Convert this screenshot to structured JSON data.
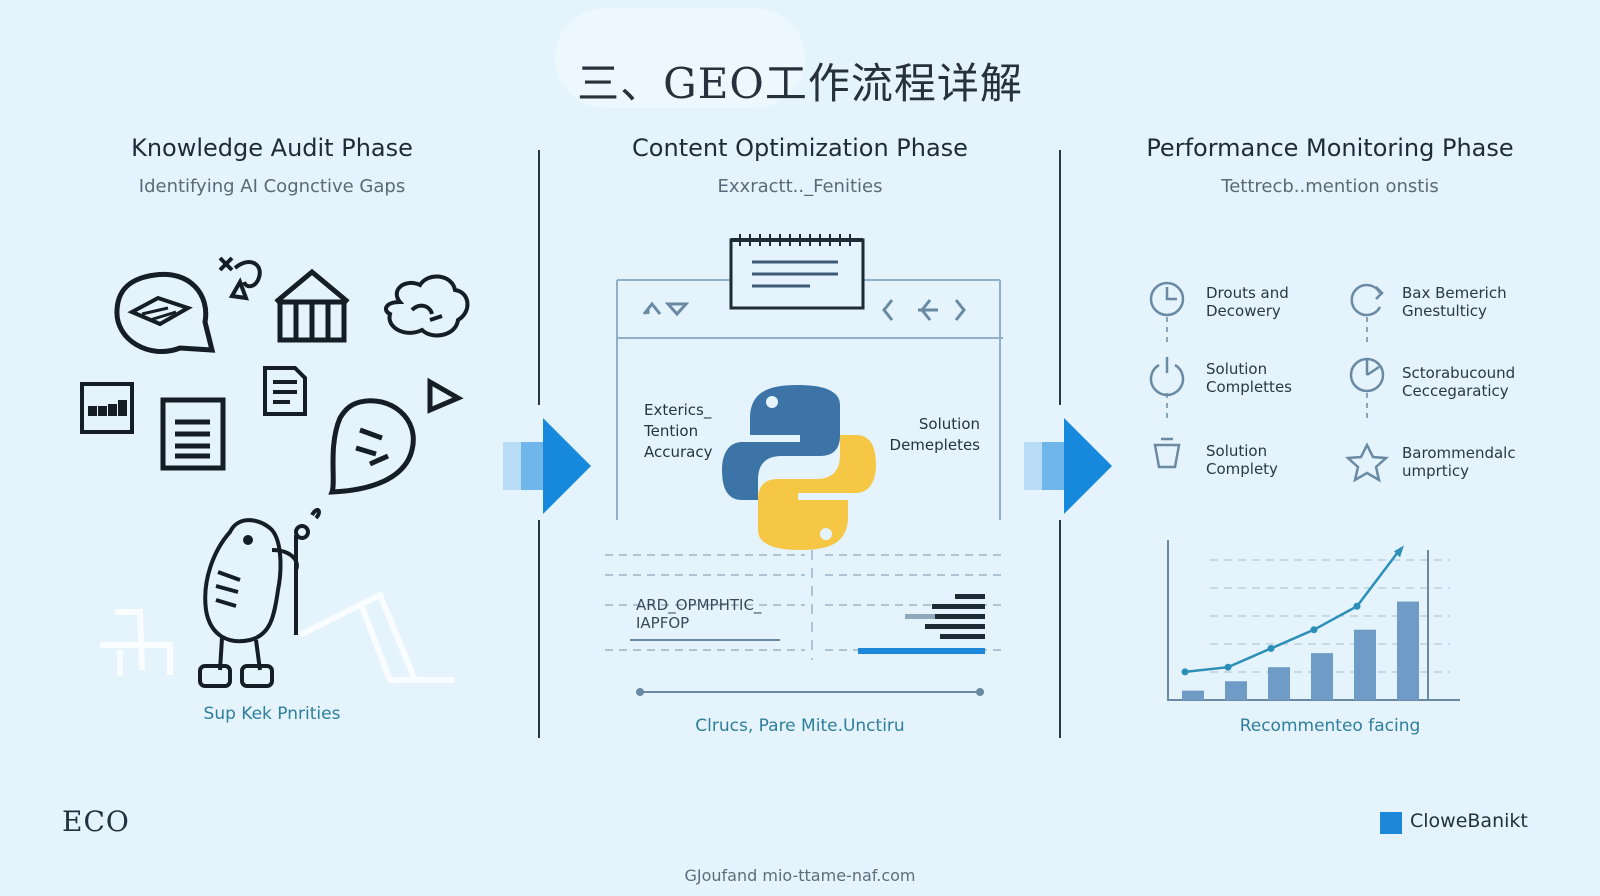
{
  "title": "三、GEO工作流程详解",
  "phases": [
    {
      "title": "Knowledge Audit Phase",
      "subtitle": "Identifying AI Cognctive Gaps",
      "caption": "Sup Kek Pnrities"
    },
    {
      "title": "Content Optimization Phase",
      "subtitle": "Exxractt.._Fenities",
      "caption": "Clrucs, Pare Mite.Unctiru"
    },
    {
      "title": "Performance Monitoring Phase",
      "subtitle": "Tettrecb..mention onstis",
      "caption": "Recommenteo facing"
    }
  ],
  "middle": {
    "left_label": [
      "Exterics_",
      "Tention",
      "Accuracy"
    ],
    "right_label": [
      "Solution",
      "Demepletes"
    ],
    "code_text": [
      "ARD_OPMPHTIC_",
      "IAPFOP"
    ]
  },
  "monitor": {
    "left_items": [
      {
        "icon": "timer-icon",
        "text": [
          "Drouts and",
          "Decowery"
        ]
      },
      {
        "icon": "power-icon",
        "text": [
          "Solution",
          "Complettes"
        ]
      },
      {
        "icon": "bucket-icon",
        "text": [
          "Solution",
          "Complety"
        ]
      }
    ],
    "right_items": [
      {
        "icon": "refresh-icon",
        "text": [
          "Bax Bemerich",
          "Gnestulticy"
        ]
      },
      {
        "icon": "pie-clock-icon",
        "text": [
          "Sctorabucound",
          "Ceccegaraticy"
        ]
      },
      {
        "icon": "star-badge-icon",
        "text": [
          "Barommendalc",
          "umprticy"
        ]
      }
    ]
  },
  "chart_data": {
    "type": "bar",
    "values": [
      1,
      2,
      3.5,
      5,
      7.5,
      10.5
    ],
    "line_values": [
      3,
      3.5,
      5.5,
      7.5,
      10,
      15
    ]
  },
  "footer": {
    "logo": "ECO",
    "brand": "CloweBanikt",
    "url": "GJoufand mio-ttame-naf.com"
  },
  "colors": {
    "background": "#e4f3fc",
    "accent": "#1e88d8",
    "bar": "#6f9cc6",
    "python_blue": "#3c74a8",
    "python_yellow": "#f6c744"
  }
}
